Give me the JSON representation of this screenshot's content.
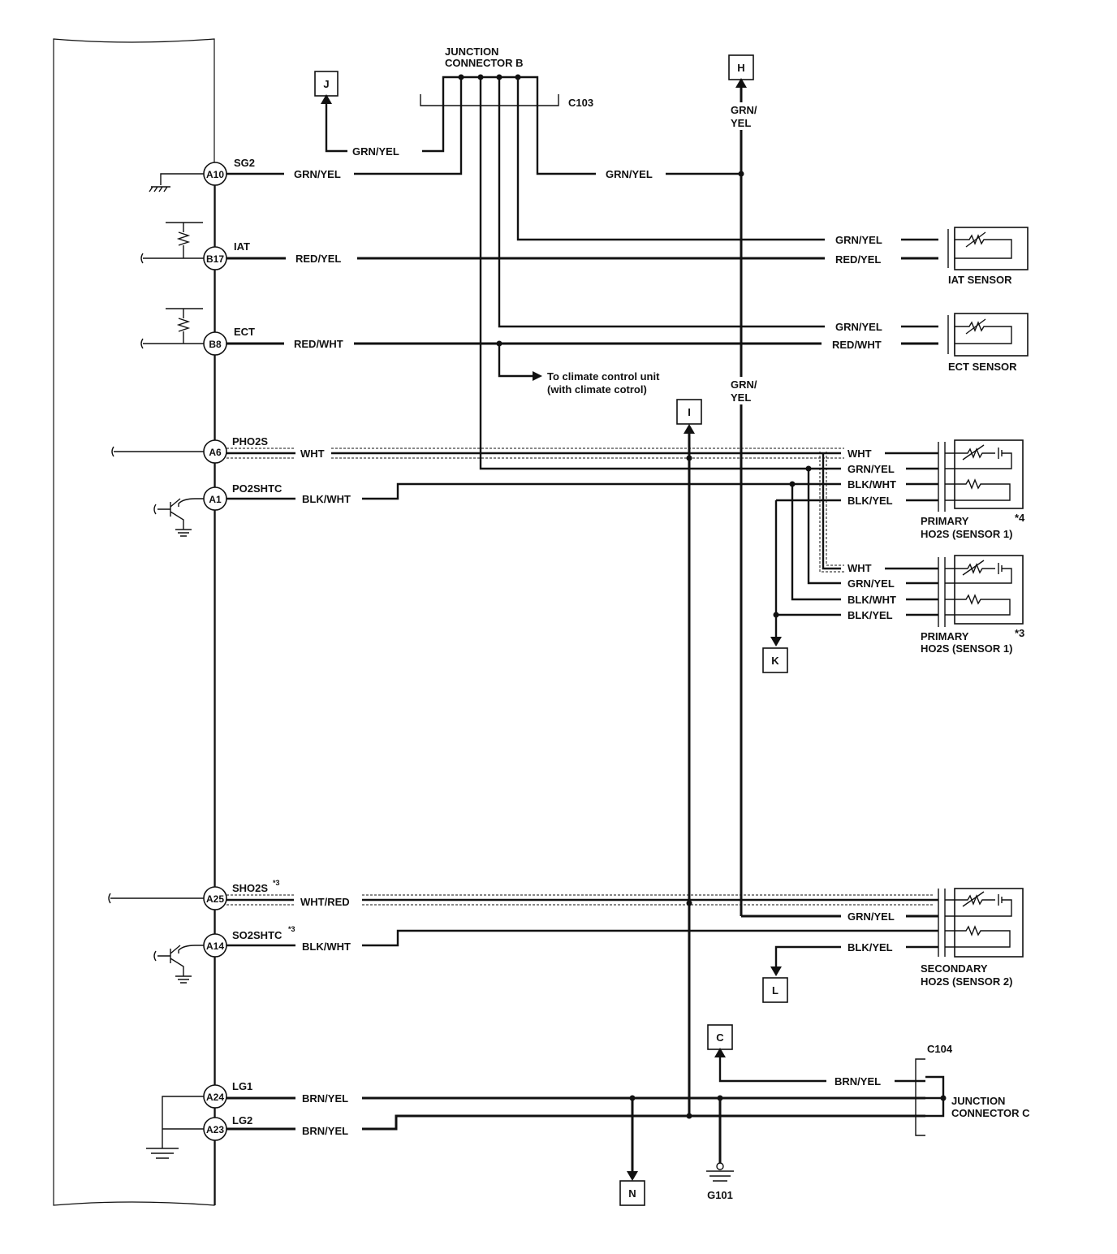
{
  "ecm": {
    "pins": [
      {
        "id": "A10",
        "signal": "SG2",
        "wire": "GRN/YEL"
      },
      {
        "id": "B17",
        "signal": "IAT",
        "wire": "RED/YEL"
      },
      {
        "id": "B8",
        "signal": "ECT",
        "wire": "RED/WHT"
      },
      {
        "id": "A6",
        "signal": "PHO2S",
        "wire": "WHT"
      },
      {
        "id": "A1",
        "signal": "PO2SHTC",
        "wire": "BLK/WHT"
      },
      {
        "id": "A25",
        "signal": "SHO2S",
        "note": "*3",
        "wire": "WHT/RED"
      },
      {
        "id": "A14",
        "signal": "SO2SHTC",
        "note": "*3",
        "wire": "BLK/WHT"
      },
      {
        "id": "A24",
        "signal": "LG1",
        "wire": "BRN/YEL"
      },
      {
        "id": "A23",
        "signal": "LG2",
        "wire": "BRN/YEL"
      }
    ]
  },
  "junction_b": {
    "title_line1": "JUNCTION",
    "title_line2": "CONNECTOR B",
    "connector": "C103"
  },
  "junction_c": {
    "title_line1": "JUNCTION",
    "title_line2": "CONNECTOR C",
    "connector": "C104"
  },
  "refs": {
    "J": "J",
    "H": "H",
    "I": "I",
    "K": "K",
    "L": "L",
    "C": "C",
    "N": "N"
  },
  "wires": {
    "j_feed": "GRN/YEL",
    "h_feed_top_l1": "GRN/",
    "h_feed_top_l2": "YEL",
    "h_feed_mid_l1": "GRN/",
    "h_feed_mid_l2": "YEL",
    "sg2_right": "GRN/YEL",
    "c_feed": "BRN/YEL"
  },
  "climate_note": {
    "line1": "To climate control unit",
    "line2": "(with climate cotrol)"
  },
  "sensors": {
    "iat": {
      "name": "IAT SENSOR",
      "wires": [
        "GRN/YEL",
        "RED/YEL"
      ]
    },
    "ect": {
      "name": "ECT SENSOR",
      "wires": [
        "GRN/YEL",
        "RED/WHT"
      ]
    },
    "pho2s_a": {
      "name_line1": "PRIMARY",
      "name_line2": "HO2S (SENSOR 1)",
      "note": "*4",
      "wires": [
        "WHT",
        "GRN/YEL",
        "BLK/WHT",
        "BLK/YEL"
      ]
    },
    "pho2s_b": {
      "name_line1": "PRIMARY",
      "name_line2": "HO2S (SENSOR 1)",
      "note": "*3",
      "wires": [
        "WHT",
        "GRN/YEL",
        "BLK/WHT",
        "BLK/YEL"
      ]
    },
    "sho2s": {
      "name_line1": "SECONDARY",
      "name_line2": "HO2S (SENSOR 2)",
      "wires": [
        "GRN/YEL",
        "BLK/YEL"
      ]
    }
  },
  "ground": {
    "name": "G101"
  }
}
